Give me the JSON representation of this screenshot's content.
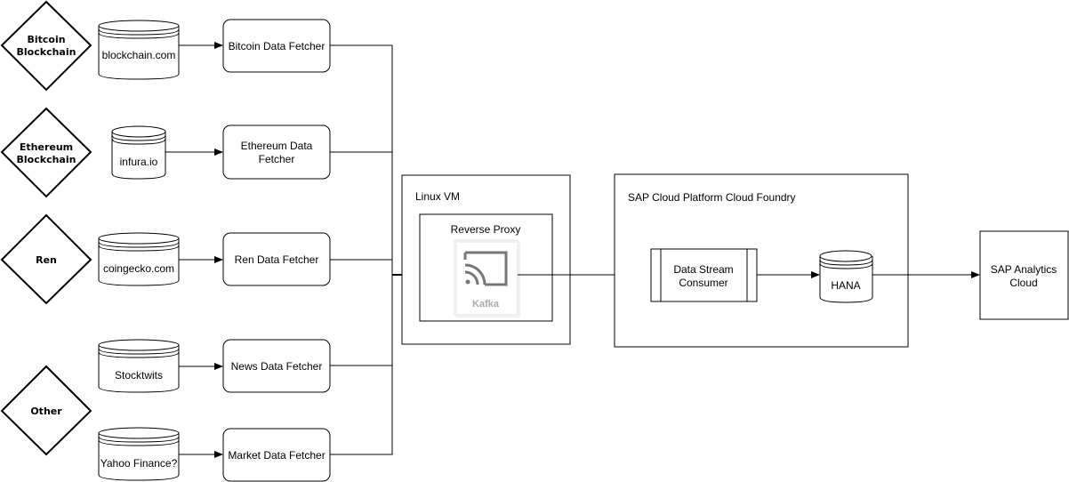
{
  "sources": [
    {
      "diamond": [
        "Bitcoin",
        "Blockchain"
      ],
      "db": "blockchain.com",
      "fetcher": [
        "Bitcoin Data Fetcher"
      ]
    },
    {
      "diamond": [
        "Ethereum",
        "Blockchain"
      ],
      "db": "infura.io",
      "fetcher": [
        "Ethereum Data",
        "Fetcher"
      ]
    },
    {
      "diamond": [
        "Ren"
      ],
      "db": "coingecko.com",
      "fetcher": [
        "Ren Data Fetcher"
      ]
    },
    {
      "diamond": [
        "Other"
      ],
      "db": "Stocktwits",
      "fetcher": [
        "News Data Fetcher"
      ]
    },
    {
      "db": "Yahoo Finance?",
      "fetcher": [
        "Market Data Fetcher"
      ]
    }
  ],
  "linux_vm": {
    "title": "Linux VM",
    "proxy_title": "Reverse Proxy",
    "kafka_label": "Kafka",
    "kafka_icon": "cast-icon"
  },
  "sap_cloud": {
    "title": "SAP Cloud Platform Cloud Foundry",
    "consumer": [
      "Data Stream",
      "Consumer"
    ],
    "db": "HANA"
  },
  "analytics": [
    "SAP Analytics",
    "Cloud"
  ]
}
